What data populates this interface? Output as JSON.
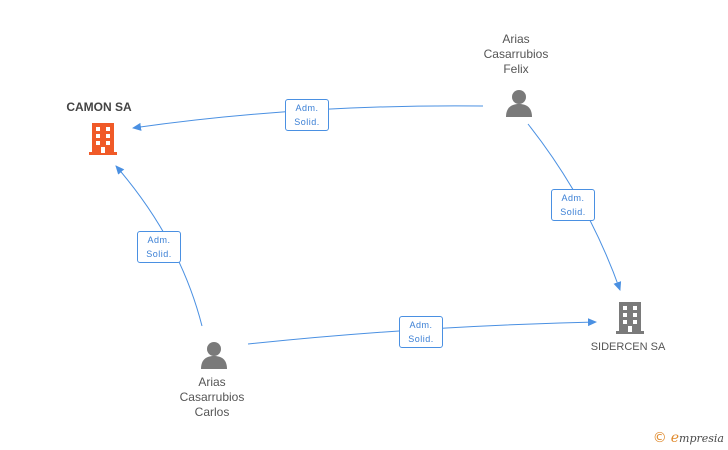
{
  "nodes": {
    "camon": {
      "name": "CAMON SA",
      "type": "company",
      "highlight": true,
      "color": "#f05a28"
    },
    "sidercen": {
      "name": "SIDERCEN SA",
      "type": "company",
      "highlight": false,
      "color": "#7a7a7a"
    },
    "felix": {
      "name_lines": [
        "Arias",
        "Casarrubios",
        "Felix"
      ],
      "type": "person",
      "color": "#7a7a7a"
    },
    "carlos": {
      "name_lines": [
        "Arias",
        "Casarrubios",
        "Carlos"
      ],
      "type": "person",
      "color": "#7a7a7a"
    }
  },
  "edges": [
    {
      "id": "felix-camon",
      "from": "felix",
      "to": "camon",
      "label_lines": [
        "Adm.",
        "Solid."
      ]
    },
    {
      "id": "felix-sidercen",
      "from": "felix",
      "to": "sidercen",
      "label_lines": [
        "Adm.",
        "Solid."
      ]
    },
    {
      "id": "carlos-camon",
      "from": "carlos",
      "to": "camon",
      "label_lines": [
        "Adm.",
        "Solid."
      ]
    },
    {
      "id": "carlos-sidercen",
      "from": "carlos",
      "to": "sidercen",
      "label_lines": [
        "Adm.",
        "Solid."
      ]
    }
  ],
  "colors": {
    "edge": "#4a90e2",
    "accent": "#e08b2e"
  },
  "footer": {
    "copyright_symbol": "©",
    "brand_first": "e",
    "brand_rest": "mpresia"
  }
}
